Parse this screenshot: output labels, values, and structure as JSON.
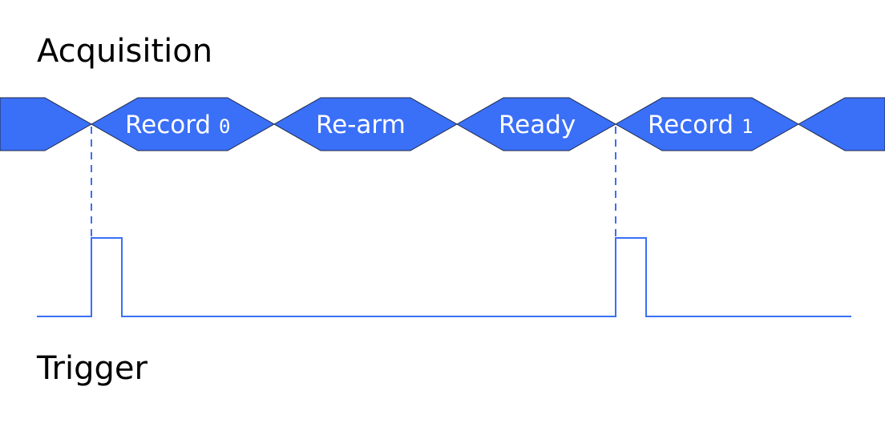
{
  "colors": {
    "segment_fill": "#3a6ff7",
    "segment_stroke": "#1f2a44",
    "trigger_line": "#3a6ff7",
    "background": "#ffffff"
  },
  "acquisition": {
    "title": "Acquisition",
    "segments": [
      {
        "label": "",
        "num": ""
      },
      {
        "label": "Record ",
        "num": "0"
      },
      {
        "label": "Re-arm",
        "num": ""
      },
      {
        "label": "Ready",
        "num": ""
      },
      {
        "label": "Record ",
        "num": "1"
      },
      {
        "label": "",
        "num": ""
      }
    ]
  },
  "trigger": {
    "title": "Trigger",
    "pulses": 2
  }
}
